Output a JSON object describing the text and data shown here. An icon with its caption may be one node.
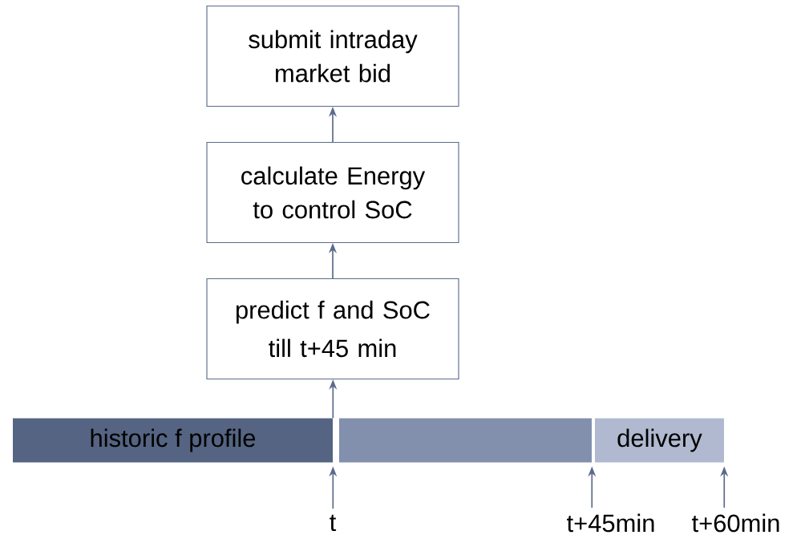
{
  "diagram": {
    "nodes": [
      {
        "text": [
          "submit intraday market bid"
        ]
      },
      {
        "text": [
          "calculate Energy to control SoC"
        ]
      },
      {
        "text": [
          "predict f and SoC",
          "till t+45 min"
        ]
      },
      {
        "text": [
          "historic f profile"
        ]
      },
      {
        "text": [],
        "shape": "bar"
      },
      {
        "text": [
          "delivery"
        ]
      },
      {
        "text": [
          "t"
        ]
      },
      {
        "text": [
          "t+45min"
        ]
      },
      {
        "text": [
          "t+60min"
        ]
      }
    ],
    "edges": [
      {
        "from": 1,
        "to": 0,
        "arrow": "to"
      },
      {
        "from": 2,
        "to": 1,
        "arrow": "to"
      },
      {
        "from": 3,
        "to": 2,
        "arrow": "to"
      },
      {
        "from": 6,
        "to": 3,
        "arrow": "to"
      },
      {
        "from": 7,
        "to": 4,
        "arrow": "to"
      },
      {
        "from": 8,
        "to": 5,
        "arrow": "to"
      }
    ]
  }
}
